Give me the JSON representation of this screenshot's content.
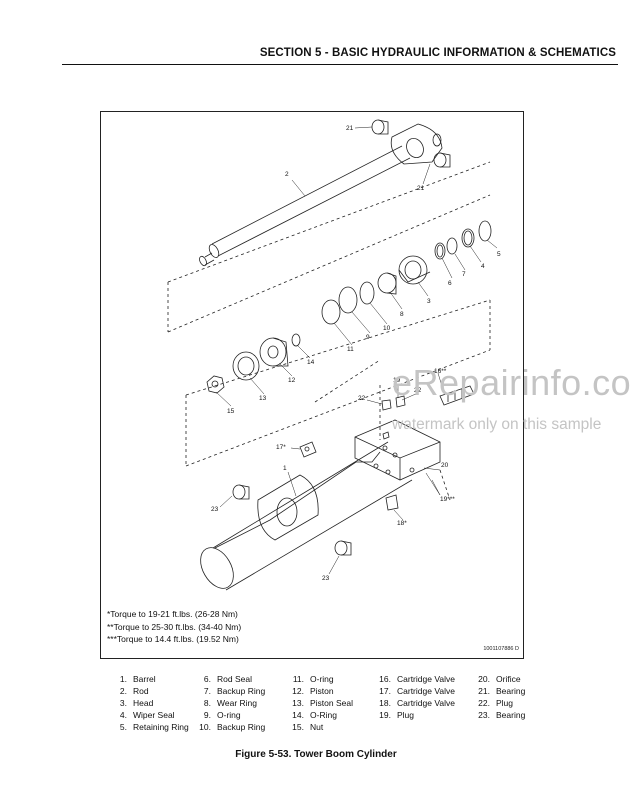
{
  "header": {
    "section_title": "SECTION 5 - BASIC HYDRAULIC INFORMATION & SCHEMATICS"
  },
  "figure": {
    "callouts": {
      "c21a": "21",
      "c21b": "21",
      "c2": "2",
      "c5": "5",
      "c4": "4",
      "c7": "7",
      "c6": "6",
      "c3": "3",
      "c8": "8",
      "c10": "10",
      "c9": "9",
      "c11": "11",
      "c14": "14",
      "c12": "12",
      "c13": "13",
      "c15": "15",
      "c16": "16**",
      "c19a": "19",
      "c22a": "22",
      "c22b": "22",
      "c17": "17*",
      "c1": "1",
      "c20": "20",
      "c19b": "19***",
      "c18": "18*",
      "c23a": "23",
      "c23b": "23"
    },
    "torque_notes": [
      "*Torque to 19-21 ft.lbs. (26-28 Nm)",
      "**Torque to 25-30 ft.lbs. (34-40 Nm)",
      "***Torque to 14.4 ft.lbs. (19.52 Nm)"
    ],
    "drawing_id": "1001107886 D",
    "watermark": "eRepairinfo.com",
    "watermark_sub": "watermark only on this sample"
  },
  "parts_list": {
    "col1": [
      {
        "num": "1.",
        "name": "Barrel"
      },
      {
        "num": "2.",
        "name": "Rod"
      },
      {
        "num": "3.",
        "name": "Head"
      },
      {
        "num": "4.",
        "name": "Wiper Seal"
      },
      {
        "num": "5.",
        "name": "Retaining Ring"
      }
    ],
    "col2": [
      {
        "num": "6.",
        "name": "Rod Seal"
      },
      {
        "num": "7.",
        "name": "Backup Ring"
      },
      {
        "num": "8.",
        "name": "Wear Ring"
      },
      {
        "num": "9.",
        "name": "O-ring"
      },
      {
        "num": "10.",
        "name": "Backup Ring"
      }
    ],
    "col3": [
      {
        "num": "11.",
        "name": "O-ring"
      },
      {
        "num": "12.",
        "name": "Piston"
      },
      {
        "num": "13.",
        "name": "Piston Seal"
      },
      {
        "num": "14.",
        "name": "O-Ring"
      },
      {
        "num": "15.",
        "name": "Nut"
      }
    ],
    "col4": [
      {
        "num": "16.",
        "name": "Cartridge Valve"
      },
      {
        "num": "17.",
        "name": "Cartridge Valve"
      },
      {
        "num": "18.",
        "name": "Cartridge Valve"
      },
      {
        "num": "19.",
        "name": "Plug"
      }
    ],
    "col5": [
      {
        "num": "20.",
        "name": "Orifice"
      },
      {
        "num": "21.",
        "name": "Bearing"
      },
      {
        "num": "22.",
        "name": "Plug"
      },
      {
        "num": "23.",
        "name": "Bearing"
      }
    ]
  },
  "caption": "Figure 5-53.  Tower Boom Cylinder"
}
